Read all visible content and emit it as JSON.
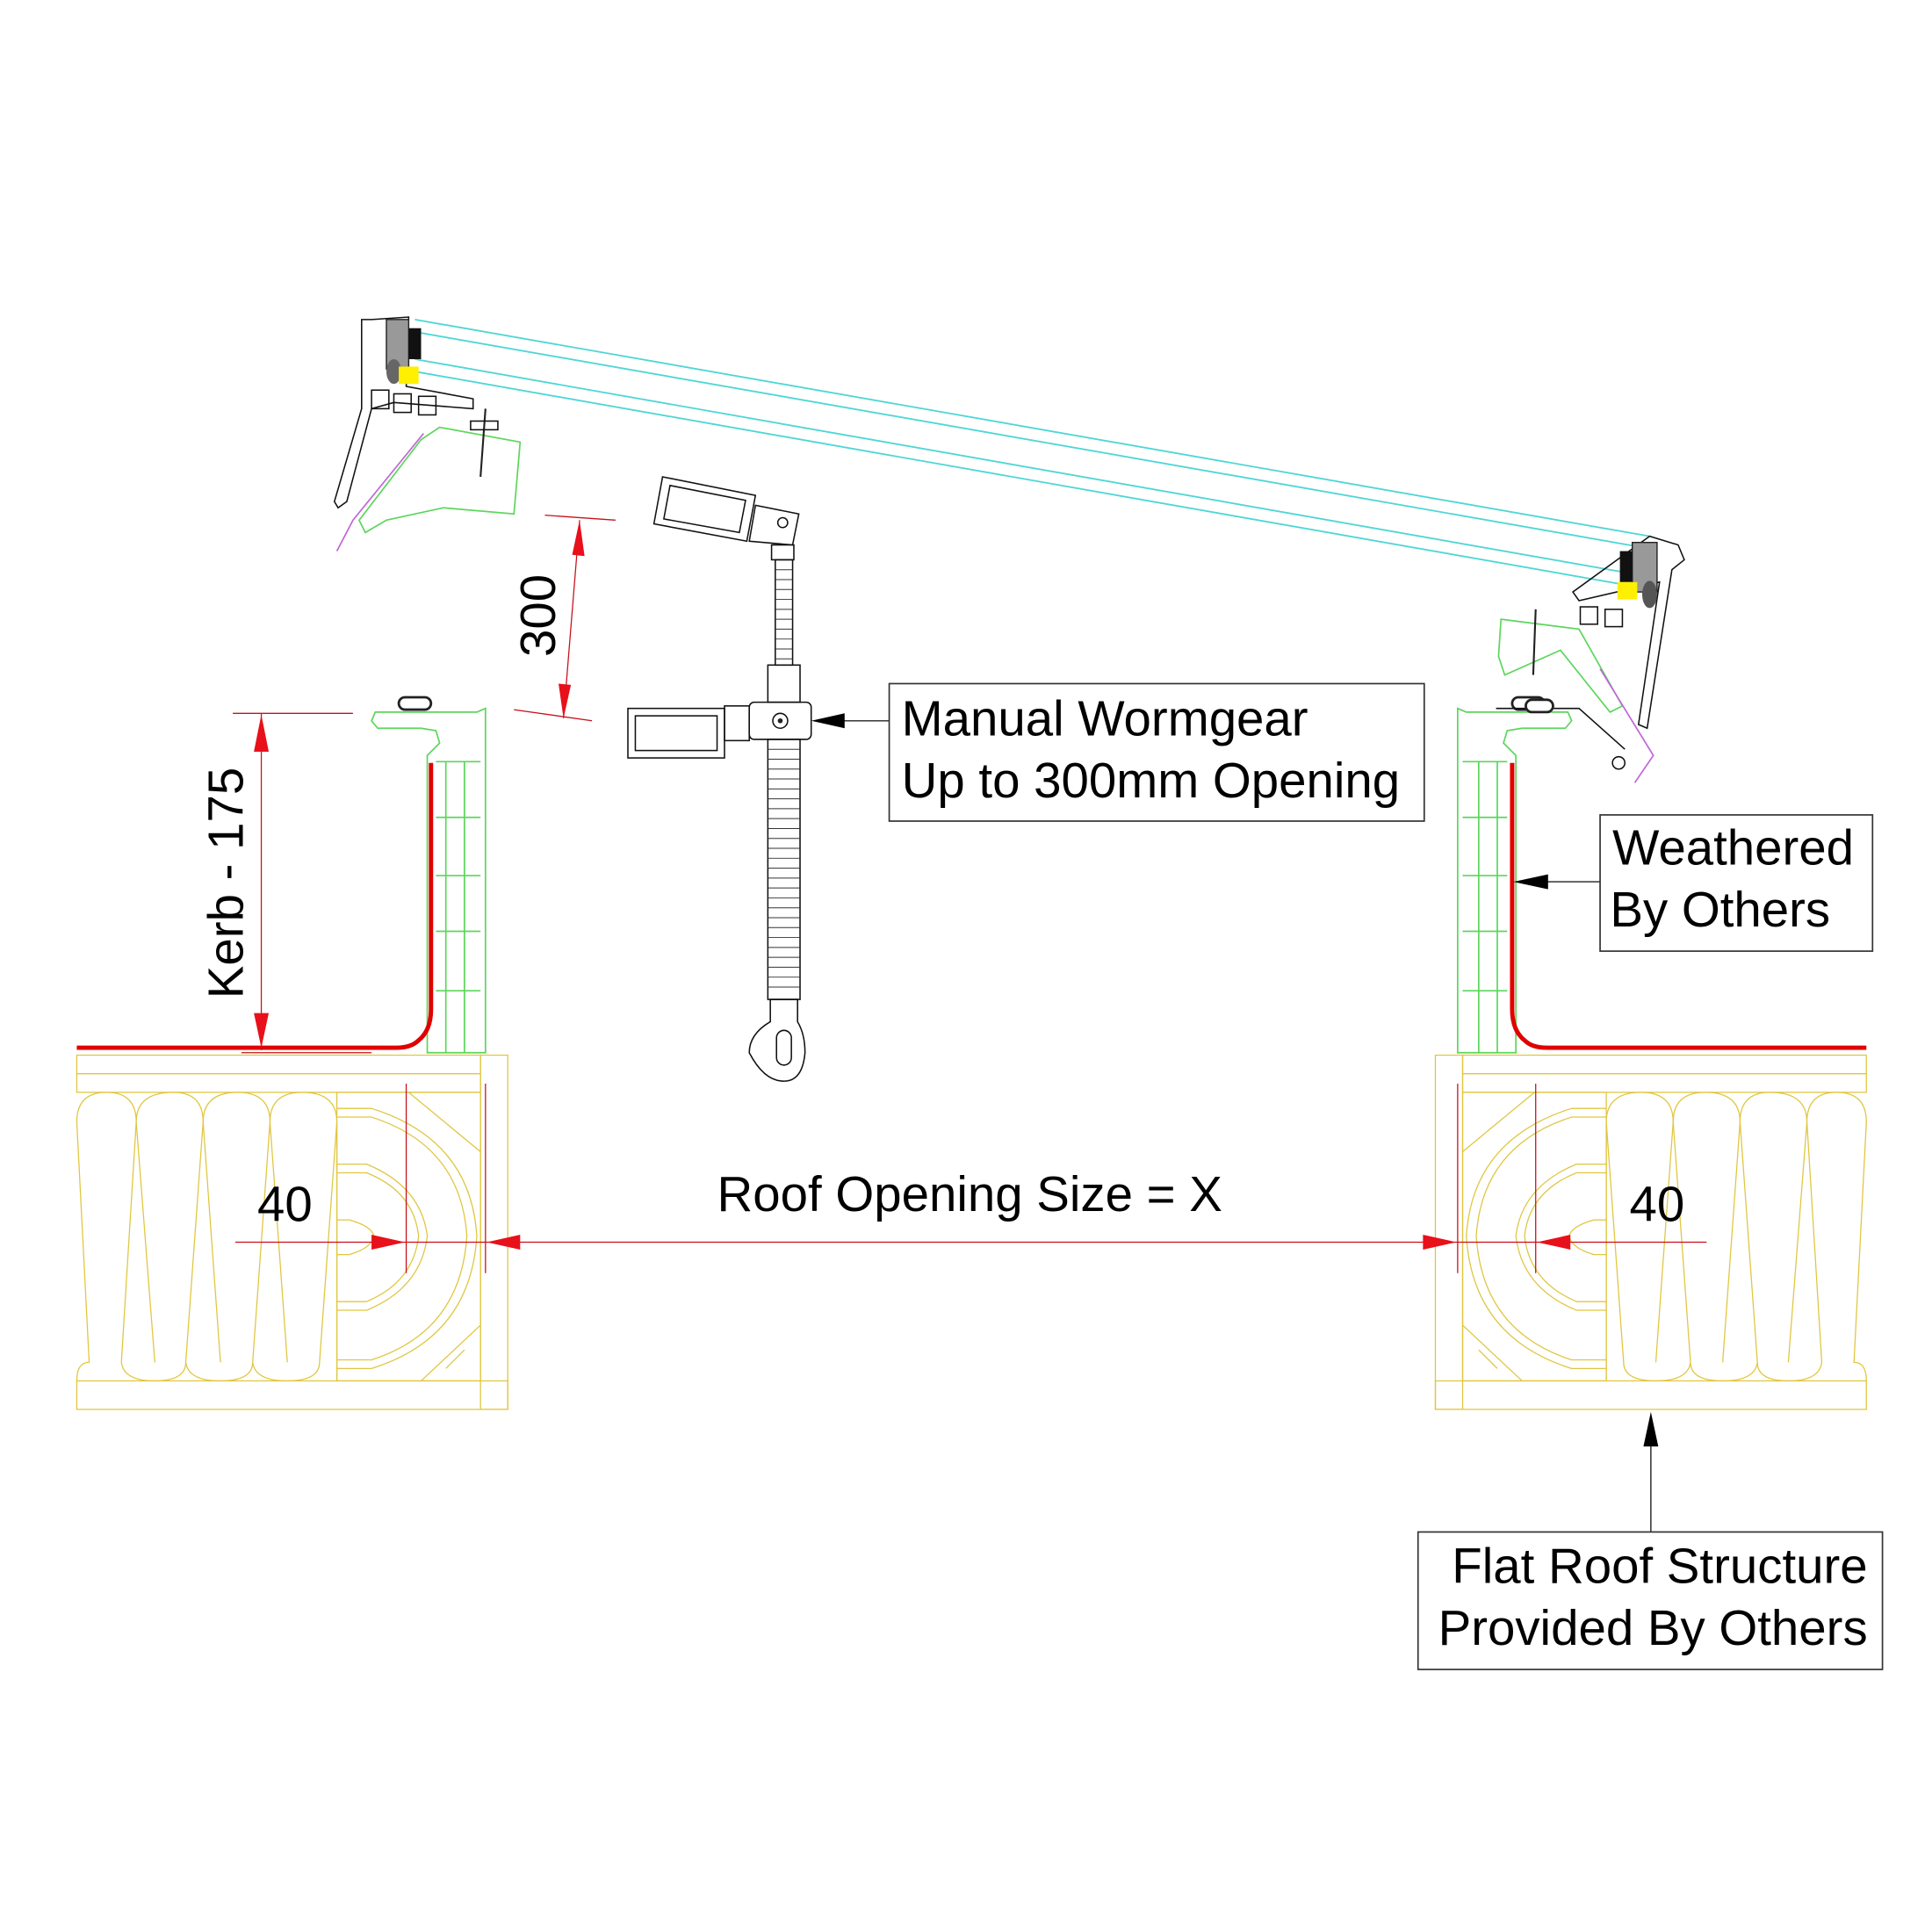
{
  "drawing": {
    "dimensions": {
      "opening_label": "300",
      "kerb_label": "Kerb - 175",
      "roof_opening_label": "Roof Opening Size = X",
      "left_offset_label": "40",
      "right_offset_label": "40"
    },
    "callouts": {
      "wormgear_line1": "Manual Wormgear",
      "wormgear_line2": "Up to 300mm Opening",
      "weathered_line1": "Weathered",
      "weathered_line2": "By Others",
      "roof_line1": "Flat Roof Structure",
      "roof_line2": "Provided By Others"
    },
    "colors": {
      "glass": "#4fd6d6",
      "kerb": "#5cd65c",
      "membrane": "#e00000",
      "structure": "#e0c640",
      "dimension": "#c8101a"
    }
  }
}
